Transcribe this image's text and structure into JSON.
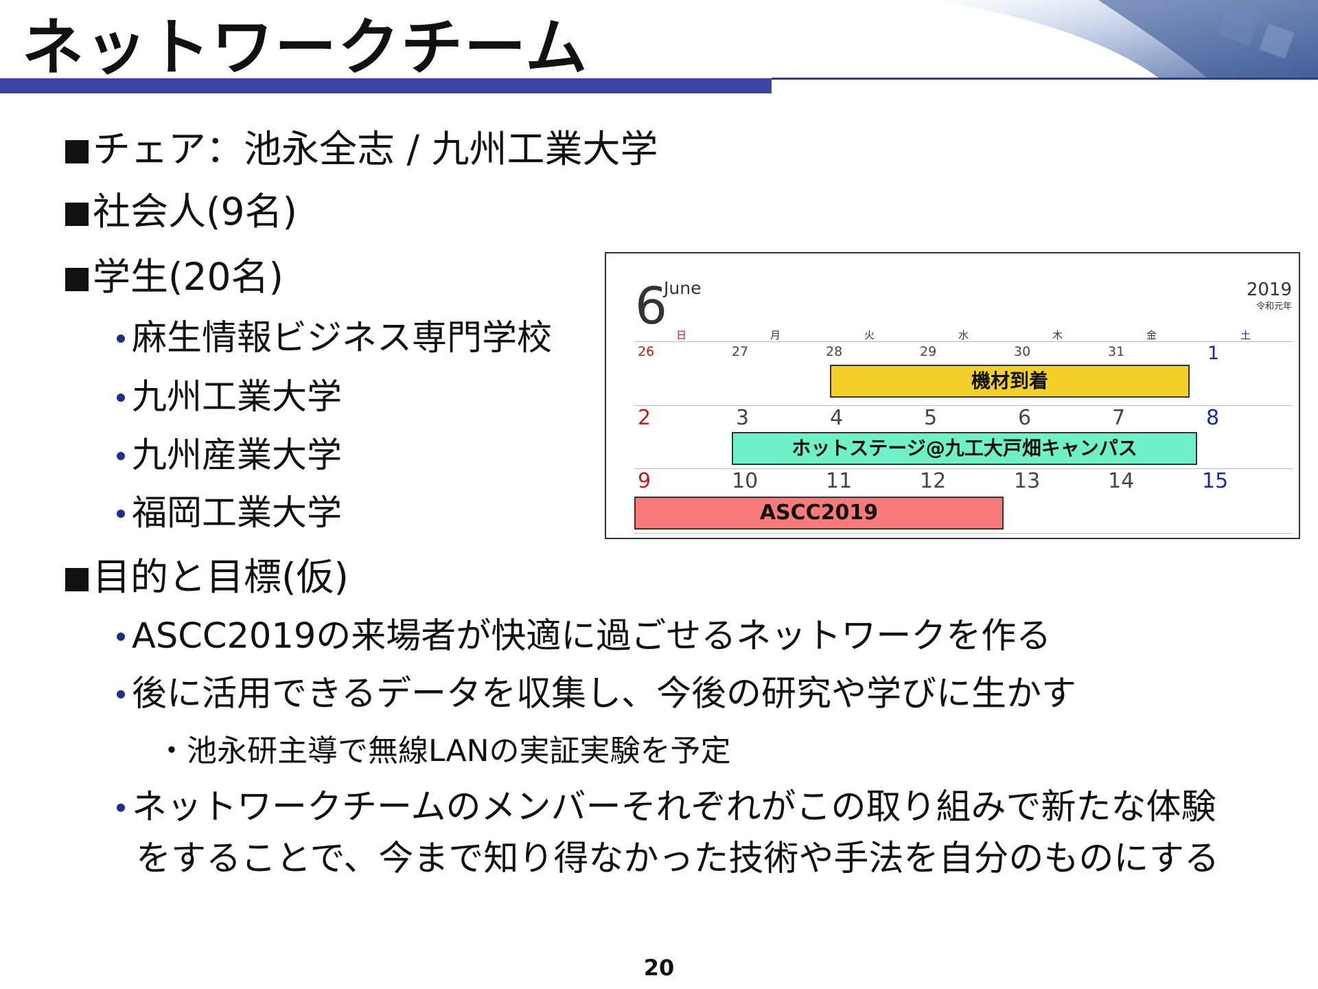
{
  "slide": {
    "title": "ネットワークチーム",
    "page_number": "20"
  },
  "bullets": {
    "chair": "チェア：池永全志 / 九州工業大学",
    "working": "社会人(9名)",
    "students": "学生(20名)",
    "schools": [
      "麻生情報ビジネス専門学校",
      "九州工業大学",
      "九州産業大学",
      "福岡工業大学"
    ],
    "goals_heading": "目的と目標(仮)",
    "goals": [
      "ASCC2019の来場者が快適に過ごせるネットワークを作る",
      "後に活用できるデータを収集し、今後の研究や学びに生かす"
    ],
    "sub_goal": "・池永研主導で無線LANの実証実験を予定",
    "goal3_line1": "ネットワークチームのメンバーそれぞれがこの取り組みで新たな体験",
    "goal3_line2": "をすることで、今まで知り得なかった技術や手法を自分のものにする"
  },
  "calendar": {
    "month_number": "6",
    "month_name": "June",
    "year": "2019",
    "era": "令和元年",
    "weekdays": [
      "日",
      "月",
      "火",
      "水",
      "木",
      "金",
      "土"
    ],
    "weeks": [
      [
        "26",
        "27",
        "28",
        "29",
        "30",
        "31",
        "1"
      ],
      [
        "2",
        "3",
        "4",
        "5",
        "6",
        "7",
        "8"
      ],
      [
        "9",
        "10",
        "11",
        "12",
        "13",
        "14",
        "15"
      ]
    ],
    "events": [
      {
        "label": "機材到着",
        "color": "#f3cf2a"
      },
      {
        "label": "ホットステージ@九工大戸畑キャンパス",
        "color": "#6ff0c6"
      },
      {
        "label": "ASCC2019",
        "color": "#f97a7a"
      }
    ],
    "colors": {
      "sunday": "#c81818",
      "saturday": "#1a28b0",
      "title_bar": "#3d45a0",
      "bullet_dot": "#1f2f86"
    }
  }
}
